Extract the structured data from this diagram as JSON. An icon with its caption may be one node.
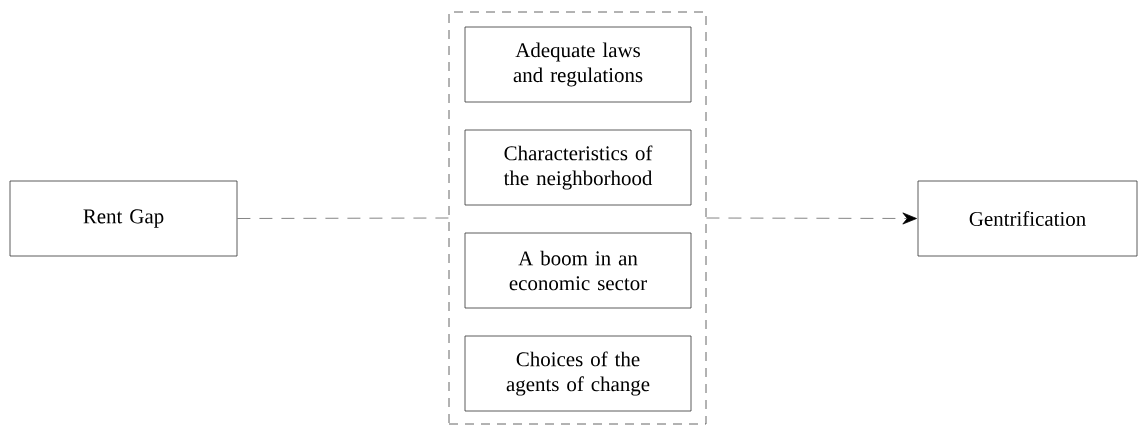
{
  "diagram": {
    "nodes": [
      {
        "text": [
          "Rent Gap"
        ]
      },
      {
        "text": [],
        "shape": "box"
      },
      {
        "text": [
          "Adequate laws and regulations"
        ],
        "in": 1
      },
      {
        "text": [
          "Characteristics of the neighborhood"
        ],
        "in": 1
      },
      {
        "text": [
          "A boom in an economic sector"
        ],
        "in": 1
      },
      {
        "text": [
          "Choices of the agents of change"
        ],
        "in": 1
      },
      {
        "text": [
          "Gentrification"
        ]
      }
    ],
    "edges": [
      {
        "from": 0,
        "to": 1,
        "arrow": "none",
        "style": "dashed"
      },
      {
        "from": 1,
        "to": 6,
        "arrow": "to",
        "style": "dashed"
      }
    ]
  }
}
